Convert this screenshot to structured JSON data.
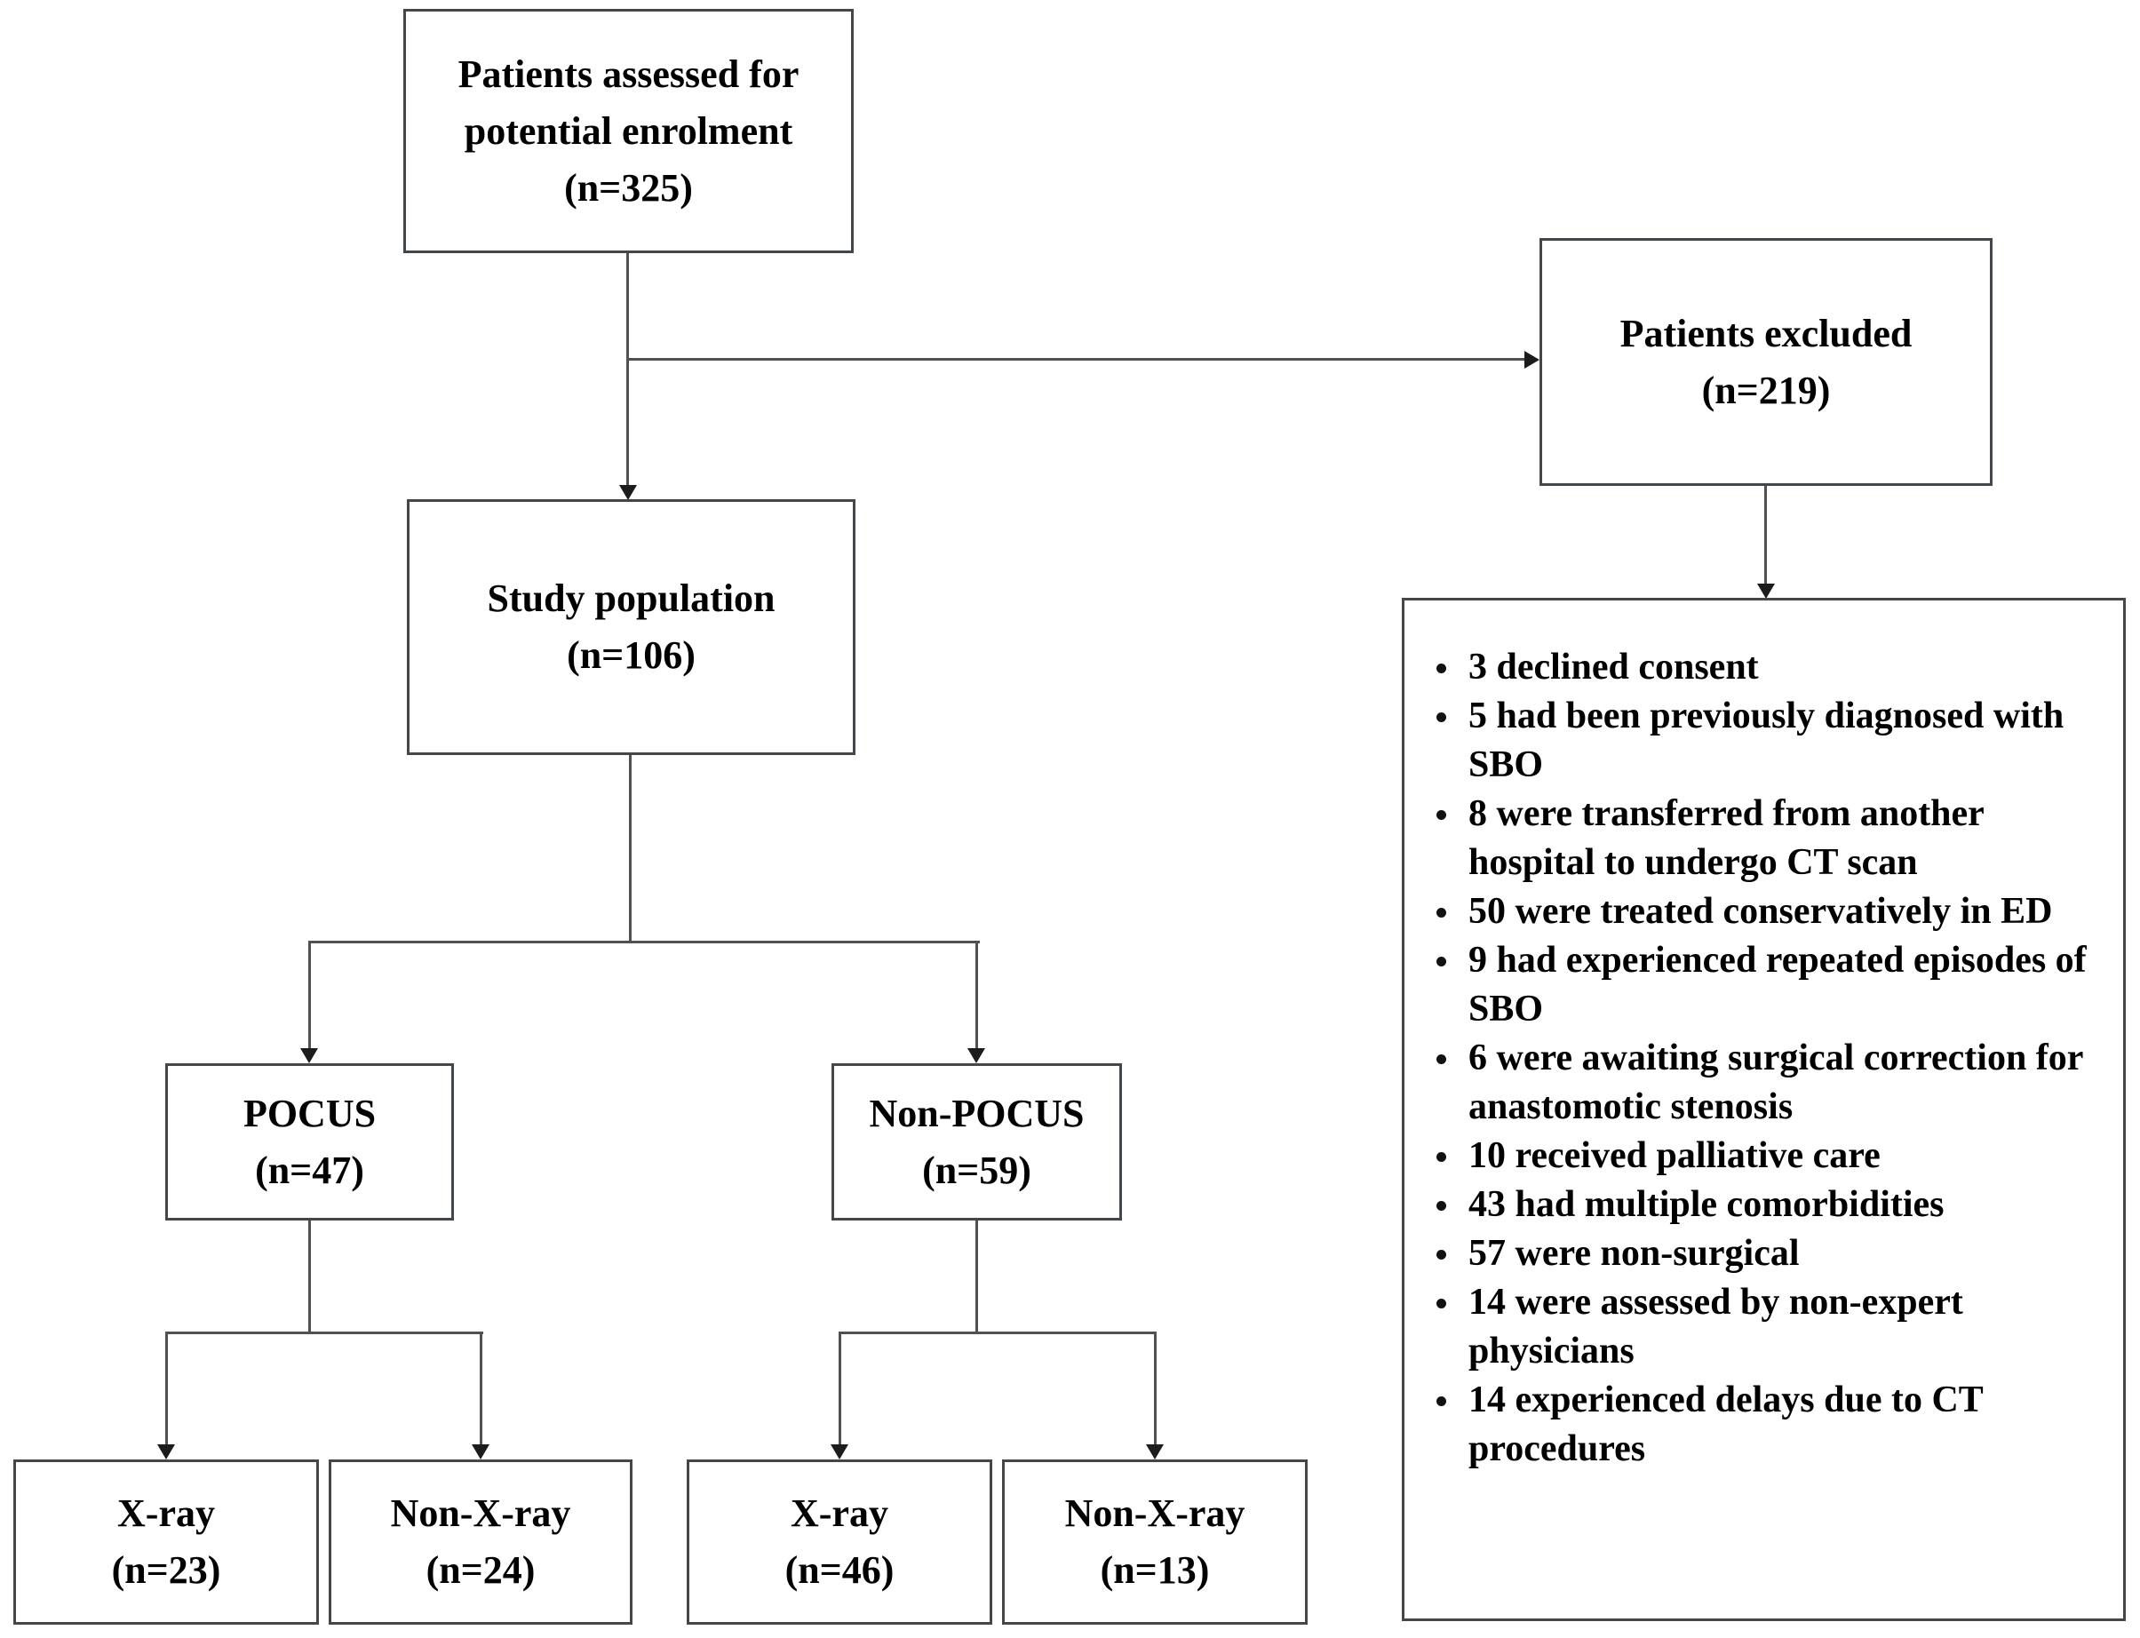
{
  "figure_type": "patient-enrolment-flow-diagram",
  "colors": {
    "background": "#ffffff",
    "box_border": "#43474a",
    "connector_line": "#515151",
    "text": "#000000"
  },
  "boxes": {
    "assessed": {
      "line1": "Patients assessed for",
      "line2": "potential enrolment",
      "n": "(n=325)"
    },
    "excluded": {
      "title": "Patients excluded",
      "n": "(n=219)"
    },
    "study": {
      "title": "Study population",
      "n": "(n=106)"
    },
    "pocus": {
      "title": "POCUS",
      "n": "(n=47)"
    },
    "non_pocus": {
      "title": "Non-POCUS",
      "n": "(n=59)"
    },
    "pocus_xray": {
      "title": "X-ray",
      "n": "(n=23)"
    },
    "pocus_non_xray": {
      "title": "Non-X-ray",
      "n": "(n=24)"
    },
    "non_pocus_xray": {
      "title": "X-ray",
      "n": "(n=46)"
    },
    "non_pocus_non_xray": {
      "title": "Non-X-ray",
      "n": "(n=13)"
    }
  },
  "exclusions": {
    "items": [
      "3 declined consent",
      "5 had been previously diagnosed with SBO",
      "8 were transferred from another hospital to undergo CT scan",
      "50 were treated conservatively in ED",
      "9 had experienced repeated episodes of SBO",
      "6 were awaiting surgical correction for anastomotic stenosis",
      "10 received palliative care",
      "43 had multiple comorbidities",
      "57 were non-surgical",
      "14 were assessed by non-expert physicians",
      "14 experienced delays due to CT procedures"
    ]
  }
}
